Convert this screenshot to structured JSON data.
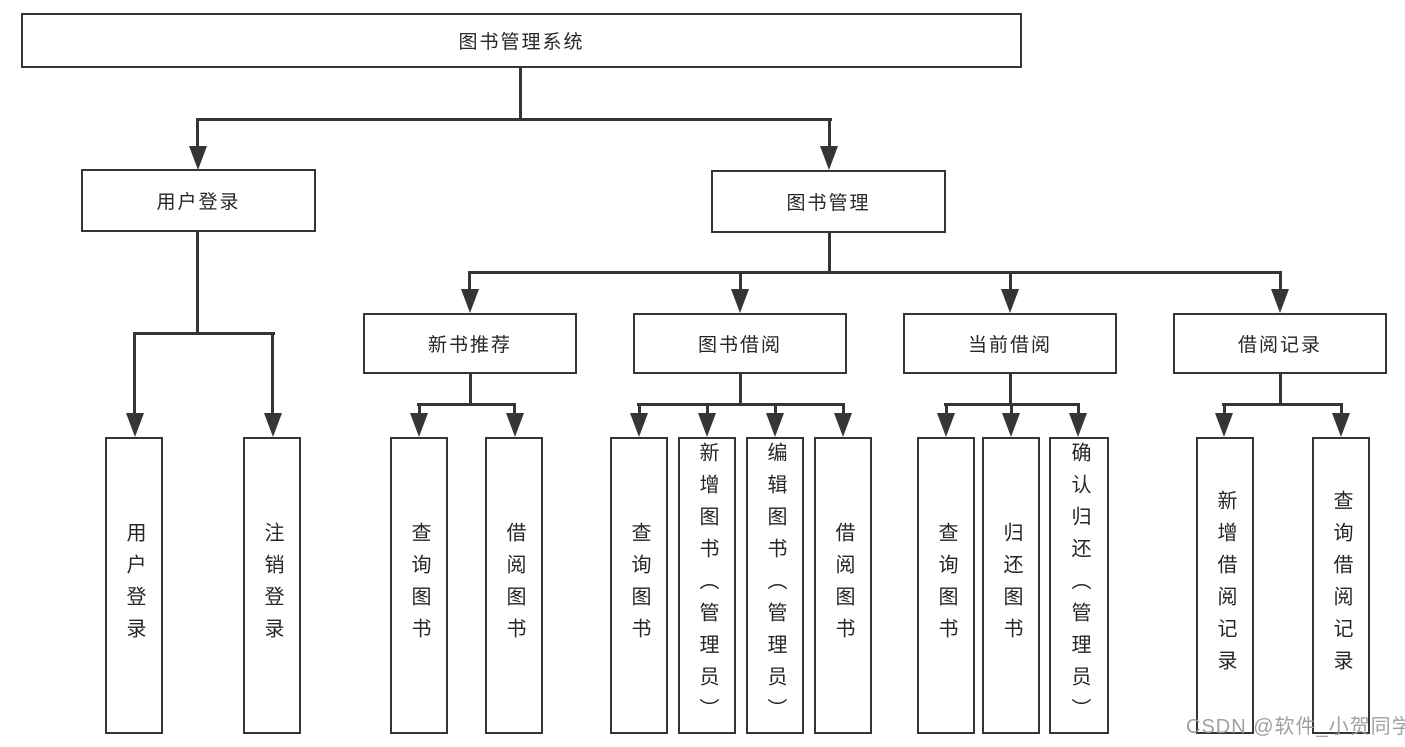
{
  "tree": {
    "label": "图书管理系统",
    "children": [
      {
        "label": "用户登录",
        "children": [
          {
            "label": "用户登录"
          },
          {
            "label": "注销登录"
          }
        ]
      },
      {
        "label": "图书管理",
        "children": [
          {
            "label": "新书推荐",
            "children": [
              {
                "label": "查询图书"
              },
              {
                "label": "借阅图书"
              }
            ]
          },
          {
            "label": "图书借阅",
            "children": [
              {
                "label": "查询图书"
              },
              {
                "label": "新增图书（管理员）"
              },
              {
                "label": "编辑图书（管理员）"
              },
              {
                "label": "借阅图书"
              }
            ]
          },
          {
            "label": "当前借阅",
            "children": [
              {
                "label": "查询图书"
              },
              {
                "label": "归还图书"
              },
              {
                "label": "确认归还（管理员）"
              }
            ]
          },
          {
            "label": "借阅记录",
            "children": [
              {
                "label": "新增借阅记录"
              },
              {
                "label": "查询借阅记录"
              }
            ]
          }
        ]
      }
    ]
  },
  "watermark": {
    "text": "CSDN @软件_小贺同学"
  },
  "colors": {
    "line": "#353535",
    "text": "#262626",
    "background": "#ffffff",
    "watermark": "#989898"
  }
}
